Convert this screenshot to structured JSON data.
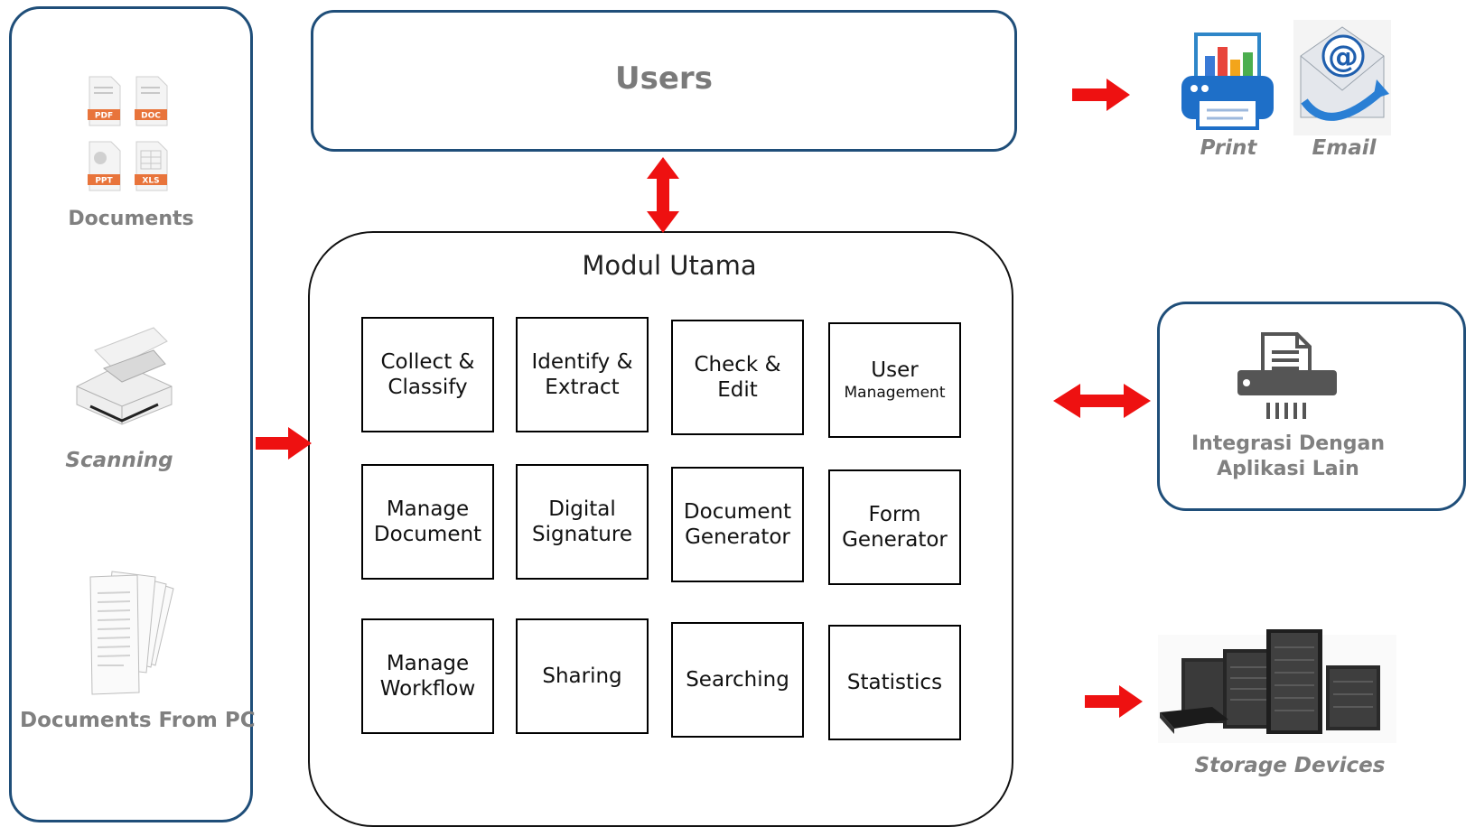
{
  "left_panel": {
    "documents_label": "Documents",
    "file_types": [
      "PDF",
      "DOC",
      "PPT",
      "XLS"
    ],
    "scanning_label": "Scanning",
    "documents_pc_label": "Documents From PC"
  },
  "users": {
    "label": "Users"
  },
  "modul": {
    "title": "Modul Utama",
    "modules": [
      {
        "line1": "Collect &",
        "line2": "Classify"
      },
      {
        "line1": "Identify &",
        "line2": "Extract"
      },
      {
        "line1": "Check &",
        "line2": "Edit"
      },
      {
        "line1": "User",
        "line2": "Management"
      },
      {
        "line1": "Manage",
        "line2": "Document"
      },
      {
        "line1": "Digital",
        "line2": "Signature"
      },
      {
        "line1": "Document",
        "line2": "Generator"
      },
      {
        "line1": "Form",
        "line2": "Generator"
      },
      {
        "line1": "Manage",
        "line2": "Workflow"
      },
      {
        "line1": "Sharing",
        "line2": ""
      },
      {
        "line1": "Searching",
        "line2": ""
      },
      {
        "line1": "Statistics",
        "line2": ""
      }
    ]
  },
  "outputs": {
    "print_label": "Print",
    "email_label": "Email",
    "integration_line1": "Integrasi Dengan",
    "integration_line2": "Aplikasi Lain",
    "storage_label": "Storage Devices"
  },
  "colors": {
    "panel_border": "#1f4e79",
    "arrow": "#ee1111",
    "label_grey": "#808080"
  }
}
